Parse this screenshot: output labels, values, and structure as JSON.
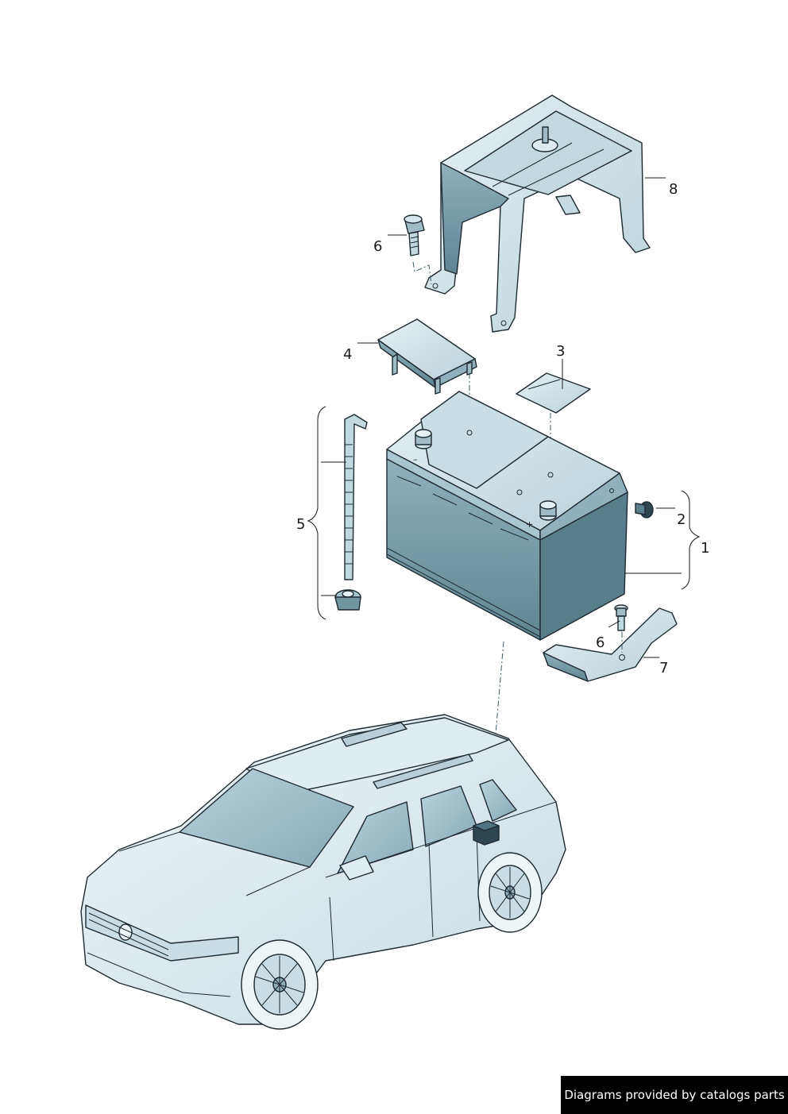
{
  "callouts": [
    {
      "id": "1",
      "text": "1"
    },
    {
      "id": "2",
      "text": "2"
    },
    {
      "id": "3",
      "text": "3"
    },
    {
      "id": "4",
      "text": "4"
    },
    {
      "id": "5",
      "text": "5"
    },
    {
      "id": "6a",
      "text": "6"
    },
    {
      "id": "6b",
      "text": "6"
    },
    {
      "id": "7",
      "text": "7"
    },
    {
      "id": "8",
      "text": "8"
    }
  ],
  "battery_terminals": {
    "negative": "–",
    "positive": "+"
  },
  "credit": "Diagrams provided by catalogs parts",
  "colors": {
    "part_fill_light": "#dbe9ee",
    "part_fill_mid": "#a9c7d1",
    "part_fill_dark": "#6f95a3",
    "outline": "#1e2a30",
    "background": "#ffffff",
    "credit_bg": "#000000"
  }
}
